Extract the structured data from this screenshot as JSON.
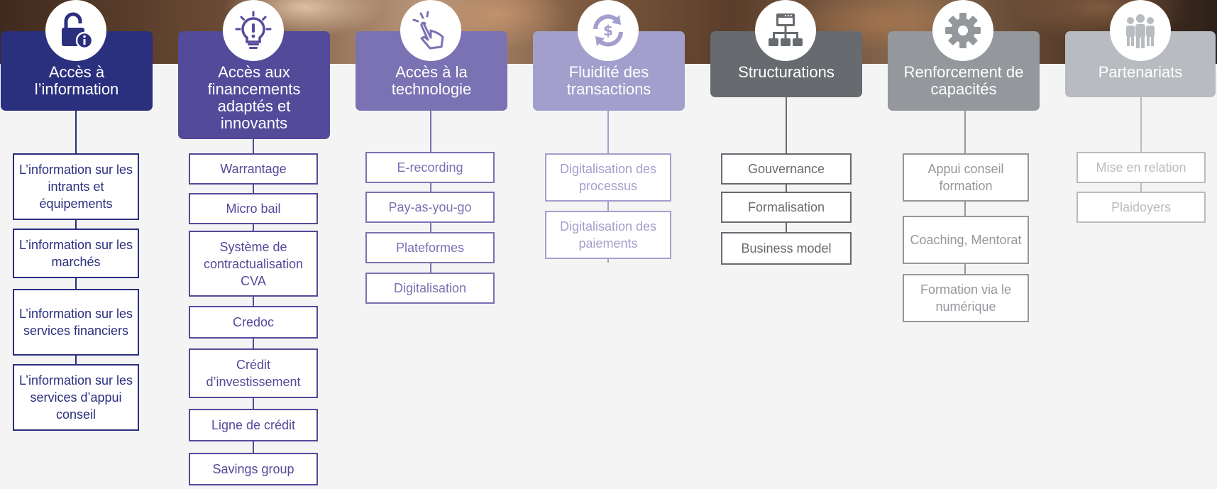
{
  "columns": [
    {
      "id": "info",
      "icon": "unlock-info-icon",
      "color": "#2a2f7e",
      "title": "Accès à l’information",
      "items": [
        "L’information sur les intrants et équipements",
        "L’information sur les marchés",
        "L’information sur les services financiers",
        "L’information sur les services d’appui conseil"
      ]
    },
    {
      "id": "finance",
      "icon": "lightbulb-icon",
      "color": "#534a9a",
      "title": "Accès aux financements adaptés et innovants",
      "items": [
        "Warrantage",
        "Micro bail",
        "Système de contractualisation CVA",
        "Credoc",
        "Crédit d’investissement",
        "Ligne de crédit",
        "Savings group"
      ]
    },
    {
      "id": "tech",
      "icon": "tap-hand-icon",
      "color": "#7a72b2",
      "title": "Accès à la technologie",
      "items": [
        "E-recording",
        "Pay-as-you-go",
        "Plateformes",
        "Digitalisation"
      ]
    },
    {
      "id": "transactions",
      "icon": "dollar-cycle-icon",
      "color": "#a39fcc",
      "title": "Fluidité des transactions",
      "items": [
        "Digitalisation des processus",
        "Digitalisation des paiements"
      ]
    },
    {
      "id": "structure",
      "icon": "org-chart-icon",
      "color": "#676b70",
      "title": "Structurations",
      "items": [
        "Gouvernance",
        "Formalisation",
        "Business model"
      ]
    },
    {
      "id": "capacity",
      "icon": "gear-icon",
      "color": "#94979b",
      "title": "Renforcement de capacités",
      "items": [
        "Appui conseil formation",
        "Coaching, Mentorat",
        "Formation via le numérique"
      ]
    },
    {
      "id": "partners",
      "icon": "group-people-icon",
      "color": "#b8bcc0",
      "title": "Partenariats",
      "items": [
        "Mise en relation",
        "Plaidoyers"
      ]
    }
  ]
}
